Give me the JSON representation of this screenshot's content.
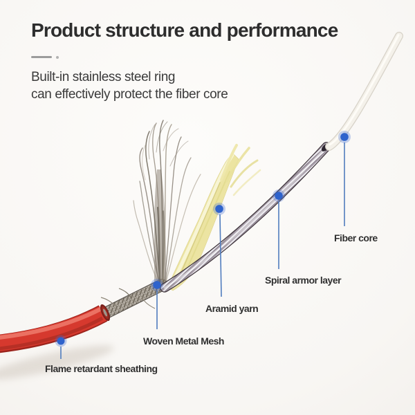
{
  "header": {
    "title": "Product structure and performance",
    "subtitle_line1": "Built-in stainless steel ring",
    "subtitle_line2": "can effectively protect the fiber core"
  },
  "callouts": [
    {
      "id": "fiber-core",
      "label": "Fiber core"
    },
    {
      "id": "spiral-armor-layer",
      "label": "Spiral armor layer"
    },
    {
      "id": "aramid-yarn",
      "label": "Aramid yarn"
    },
    {
      "id": "woven-metal-mesh",
      "label": "Woven Metal Mesh"
    },
    {
      "id": "flame-retardant-sheathing",
      "label": "Flame retardant sheathing"
    }
  ],
  "colors": {
    "accent_blue": "#2f63cc",
    "callout_line": "#4f7cbe",
    "title_text": "#2d2d2d",
    "subtitle_text": "#3a3a3a",
    "label_text": "#2f2f2f",
    "sheathing_red": "#d6392e",
    "aramid_yellow": "#ece4a2",
    "armor_silver": "#c9c2c9",
    "mesh_gray": "#8a8173",
    "fiber_white": "#f4f1ea",
    "background": "#f8f6f3"
  }
}
